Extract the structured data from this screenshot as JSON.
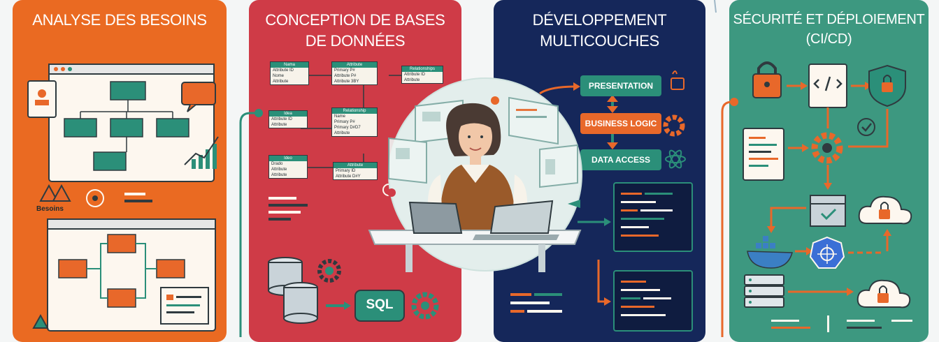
{
  "panels": [
    {
      "title": "ANALYSE DES BESOINS",
      "color": "#ea6a22",
      "caption": "Besoins"
    },
    {
      "title_lines": [
        "CONCEPTION DE BASES",
        "DE DONNÉES"
      ],
      "color": "#cf3b47",
      "sql_label": "SQL"
    },
    {
      "title_lines": [
        "DÉVELOPPEMENT",
        "MULTICOUCHES"
      ],
      "color": "#15275a",
      "layers": [
        "PRESENTATION",
        "BUSINESS LOGIC",
        "DATA ACCESS"
      ]
    },
    {
      "title_lines": [
        "SÉCURITÉ ET DÉPLOIEMENT",
        "(CI/CD)"
      ],
      "color": "#3d9880"
    }
  ],
  "db_tables": [
    {
      "header": "Nama",
      "rows": [
        "Attribute ID",
        "Nome",
        "Attribute"
      ]
    },
    {
      "header": "Attribute",
      "rows": [
        "Primary P#",
        "Attribute P#",
        "Attribute 3BY"
      ]
    },
    {
      "header": "Relationships",
      "rows": [
        "Attribute ID",
        "Attribute"
      ]
    },
    {
      "header": "Idea",
      "rows": [
        "Attribute ID",
        "Attribute"
      ]
    },
    {
      "header": "Relationship",
      "rows": [
        "Name",
        "Primary P#",
        "Primary D#D7",
        "Attribute"
      ]
    },
    {
      "header": "Ideo",
      "rows": [
        "Drado",
        "Attribute",
        "Attribute"
      ]
    },
    {
      "header": "Attribute",
      "rows": [
        "Primary ID",
        "Attribute D#Y"
      ]
    }
  ],
  "accents": {
    "orange": "#ea6a22",
    "teal": "#2b8f79",
    "navy": "#15275a",
    "red": "#cf3b47",
    "green": "#3d9880"
  }
}
